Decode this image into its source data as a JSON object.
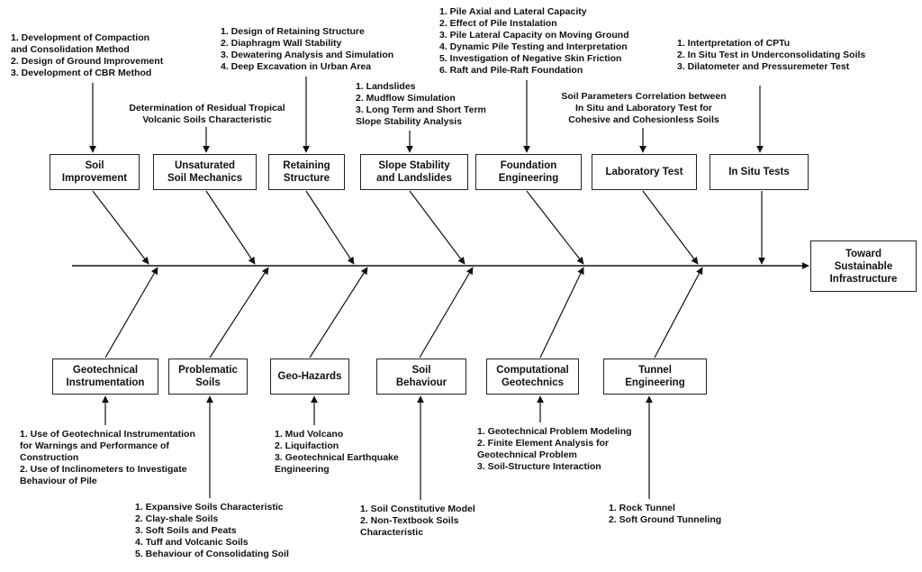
{
  "result": {
    "label": "Toward\nSustainable\nInfrastructure"
  },
  "top_categories": [
    {
      "id": "soil-improvement",
      "label": "Soil\nImprovement",
      "notes": "1. Development of Compaction\nand Consolidation Method\n2. Design of Ground Improvement\n3. Development of CBR Method"
    },
    {
      "id": "unsaturated",
      "label": "Unsaturated\nSoil Mechanics",
      "notes": "Determination of Residual Tropical\nVolcanic Soils Characteristic"
    },
    {
      "id": "retaining",
      "label": "Retaining\nStructure",
      "notes": "1. Design of Retaining Structure\n2. Diaphragm Wall Stability\n3. Dewatering Analysis and Simulation\n4. Deep Excavation in Urban Area"
    },
    {
      "id": "slope",
      "label": "Slope Stability\nand Landslides",
      "notes": "1. Landslides\n2. Mudflow Simulation\n3. Long Term and Short Term\nSlope Stability Analysis"
    },
    {
      "id": "foundation",
      "label": "Foundation\nEngineering",
      "notes": "1. Pile Axial and Lateral Capacity\n2. Effect of Pile Instalation\n3. Pile Lateral Capacity on Moving Ground\n4. Dynamic Pile Testing and Interpretation\n5. Investigation of Negative Skin Friction\n6. Raft and Pile-Raft Foundation"
    },
    {
      "id": "laboratory",
      "label": "Laboratory Test",
      "notes": "Soil Parameters Correlation between\nIn Situ and Laboratory Test for\nCohesive and Cohesionless Soils"
    },
    {
      "id": "insitu",
      "label": "In Situ Tests",
      "notes": "1. Intertpretation of CPTu\n2. In Situ Test in Underconsolidating Soils\n3. Dilatometer and Pressuremeter Test"
    }
  ],
  "bottom_categories": [
    {
      "id": "instrumentation",
      "label": "Geotechnical\nInstrumentation",
      "notes": "1. Use of Geotechnical Instrumentation\nfor Warnings and Performance of\nConstruction\n2. Use of Inclinometers to Investigate\nBehaviour of Pile"
    },
    {
      "id": "problematic",
      "label": "Problematic\nSoils",
      "notes": "1. Expansive Soils Characteristic\n2. Clay-shale Soils\n3. Soft Soils and Peats\n4. Tuff and Volcanic Soils\n5. Behaviour of Consolidating Soil"
    },
    {
      "id": "geohazards",
      "label": "Geo-Hazards",
      "notes": "1. Mud Volcano\n2. Liquifaction\n3. Geotechnical Earthquake\nEngineering"
    },
    {
      "id": "behaviour",
      "label": "Soil\nBehaviour",
      "notes": "1. Soil Constitutive Model\n2. Non-Textbook Soils\nCharacteristic"
    },
    {
      "id": "computational",
      "label": "Computational\nGeotechnics",
      "notes": "1. Geotechnical Problem Modeling\n2. Finite Element Analysis for\nGeotechnical Problem\n3. Soil-Structure Interaction"
    },
    {
      "id": "tunnel",
      "label": "Tunnel\nEngineering",
      "notes": "1. Rock Tunnel\n2. Soft Ground Tunneling"
    }
  ]
}
